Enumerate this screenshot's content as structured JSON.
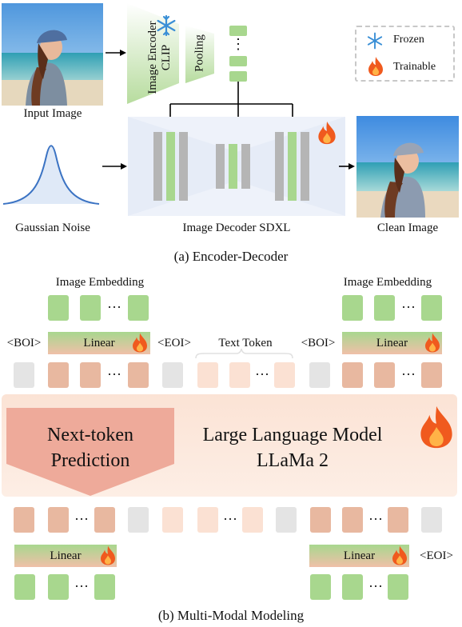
{
  "section_a": {
    "caption": "(a) Encoder-Decoder",
    "input_image_label": "Input Image",
    "noise_label": "Gaussian Noise",
    "decoder_label": "Image Decoder SDXL",
    "output_label": "Clean Image",
    "encoder_line1": "Image Encoder",
    "encoder_line2": "CLIP",
    "pooling_label": "Pooling",
    "ellipsis": "⋮",
    "legend": {
      "frozen": "Frozen",
      "trainable": "Trainable"
    }
  },
  "section_b": {
    "caption": "(b) Multi-Modal Modeling",
    "image_embedding_left": "Image Embedding",
    "image_embedding_right": "Image Embedding",
    "boi_left": "<BOI>",
    "eoi_left": "<EOI>",
    "boi_right": "<BOI>",
    "eoi_bottom": "<EOI>",
    "linear": "Linear",
    "text_token": "Text Token",
    "next_token_line1": "Next-token",
    "next_token_line2": "Prediction",
    "llm_line1": "Large Language Model",
    "llm_line2": "LLaMa 2",
    "dots": "···"
  },
  "colors": {
    "green": "#a8d78e",
    "peach": "#e8b8a0",
    "light_peach": "#fbe1d3",
    "gray": "#e4e4e4",
    "llm_bg": "#fbe3d5",
    "arrow_block": "#eeaa9a",
    "frozen_icon": "#3a8fd6",
    "trainable_icon": "#f05a1e"
  },
  "icons": [
    "snowflake-icon",
    "flame-icon"
  ]
}
